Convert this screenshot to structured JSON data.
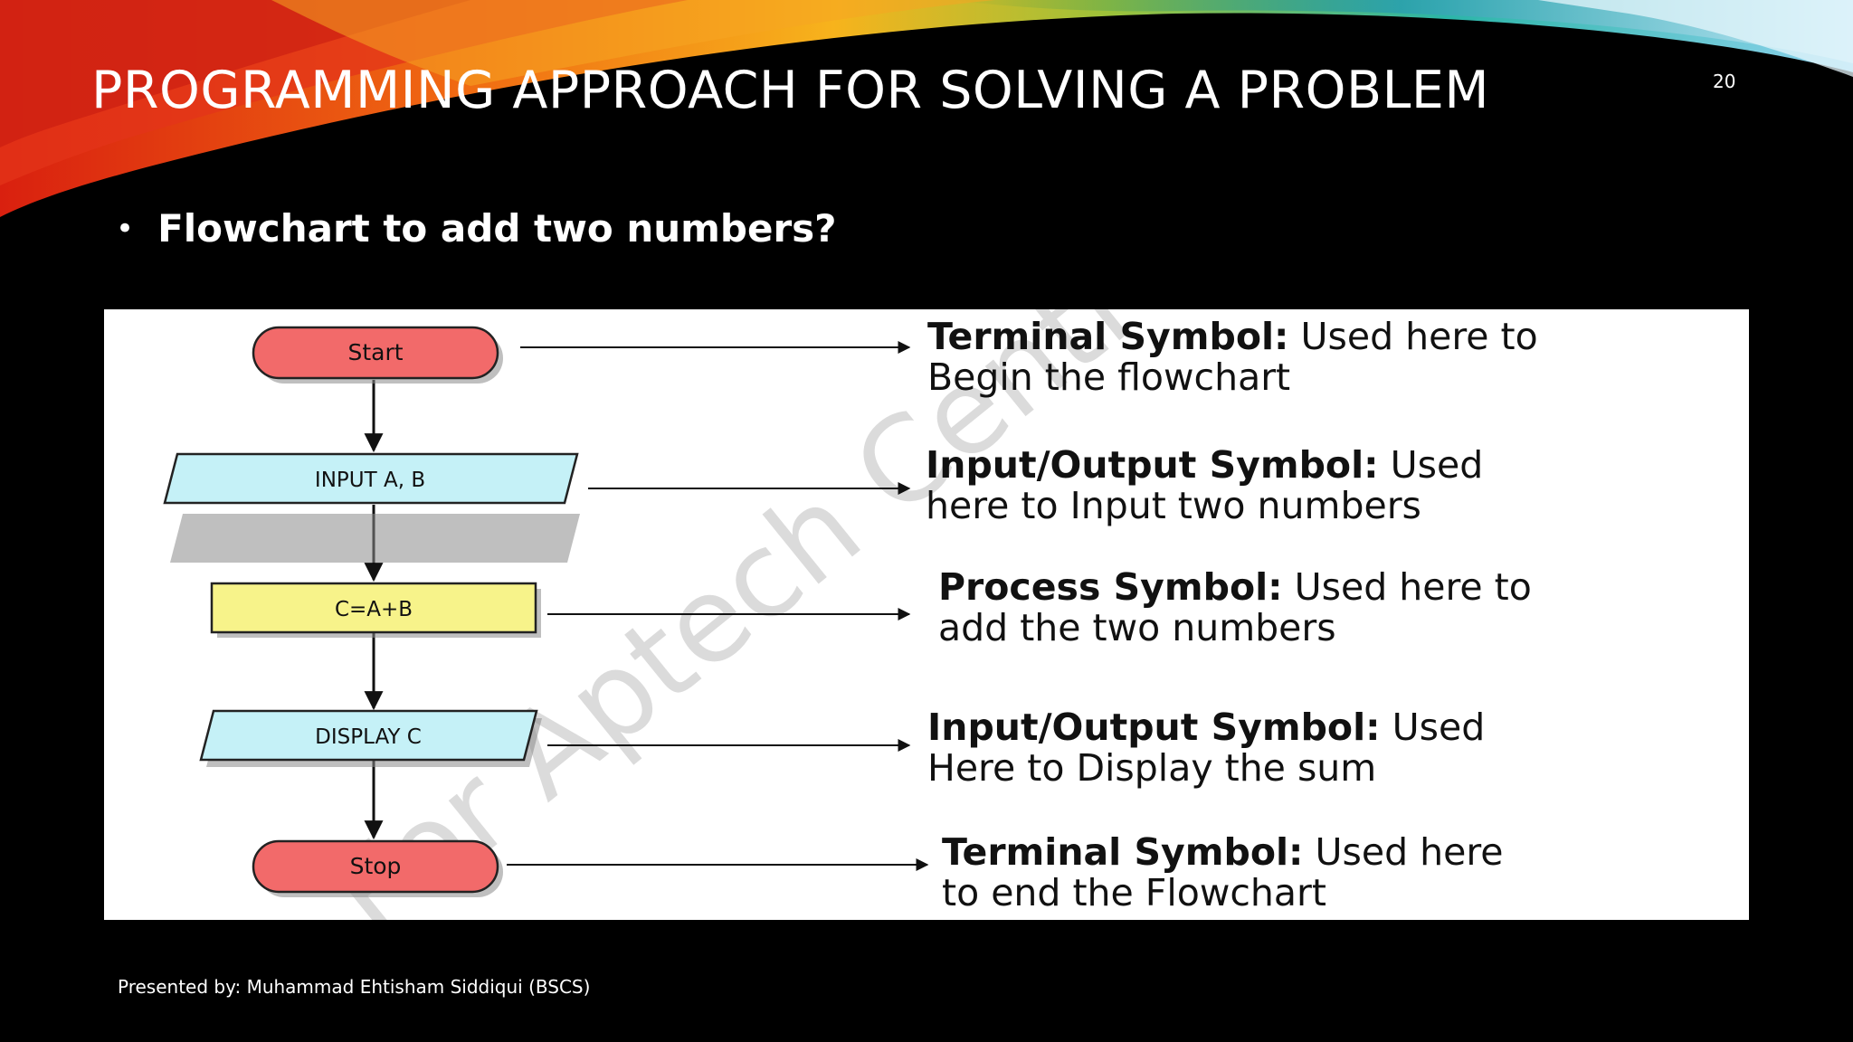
{
  "slide": {
    "title": "PROGRAMMING APPROACH FOR SOLVING A PROBLEM",
    "number": "20",
    "bullet": "Flowchart to add two numbers?",
    "footer": "Presented by: Muhammad Ehtisham Siddiqui (BSCS)"
  },
  "flowchart": {
    "watermark": "For Aptech Centre Use",
    "nodes": [
      {
        "label": "Start",
        "shape": "terminal",
        "fill": "#f26a6a"
      },
      {
        "label": "INPUT A, B",
        "shape": "parallelogram",
        "fill": "#c5f1f7"
      },
      {
        "label": "C=A+B",
        "shape": "rectangle",
        "fill": "#f7f38a"
      },
      {
        "label": "DISPLAY C",
        "shape": "parallelogram",
        "fill": "#c5f1f7"
      },
      {
        "label": "Stop",
        "shape": "terminal",
        "fill": "#f26a6a"
      }
    ],
    "annotations": [
      {
        "bold": "Terminal Symbol:",
        "rest": " Used here to",
        "line2": "Begin the flowchart"
      },
      {
        "bold": "Input/Output Symbol:",
        "rest": " Used",
        "line2": "here to Input two numbers"
      },
      {
        "bold": "Process Symbol:",
        "rest": " Used here to",
        "line2": "add the two numbers"
      },
      {
        "bold": "Input/Output Symbol:",
        "rest": " Used",
        "line2": "Here to Display the sum"
      },
      {
        "bold": "Terminal Symbol:",
        "rest": " Used here",
        "line2": "to end the Flowchart"
      }
    ]
  }
}
